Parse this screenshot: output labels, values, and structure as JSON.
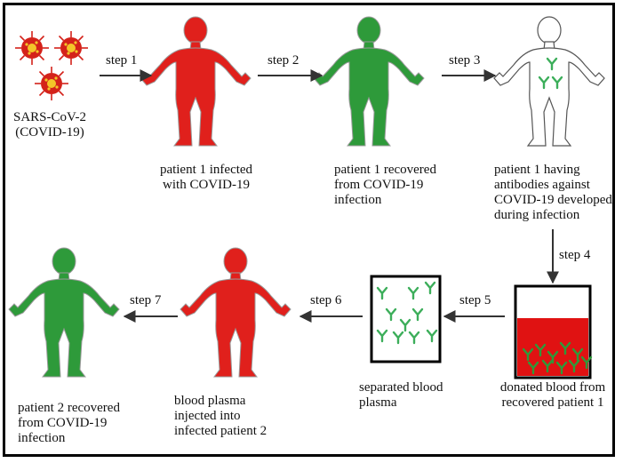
{
  "colors": {
    "infected": "#e0201c",
    "recovered": "#2e9a3a",
    "antibody": "#3cae5a",
    "virus": "#d4221a",
    "virus_core": "#f3c629",
    "plasma": "#e01212",
    "outline": "#555555",
    "frame": "#000000"
  },
  "virus_label": "SARS-CoV-2\n(COVID-19)",
  "steps": {
    "s1": "step 1",
    "s2": "step 2",
    "s3": "step 3",
    "s4": "step 4",
    "s5": "step 5",
    "s6": "step 6",
    "s7": "step 7"
  },
  "labels": {
    "p1_infected": "patient 1 infected\nwith COVID-19",
    "p1_recovered": "patient 1 recovered\nfrom COVID-19\ninfection",
    "p1_antibodies": "patient 1 having\nantibodies against\nCOVID-19 developed\nduring infection",
    "donated_blood": "donated blood from\nrecovered patient 1",
    "separated_plasma": "separated blood\nplasma",
    "plasma_injected": "blood plasma\ninjected into\ninfected patient 2",
    "p2_recovered": "patient 2 recovered\nfrom COVID-19\ninfection"
  }
}
